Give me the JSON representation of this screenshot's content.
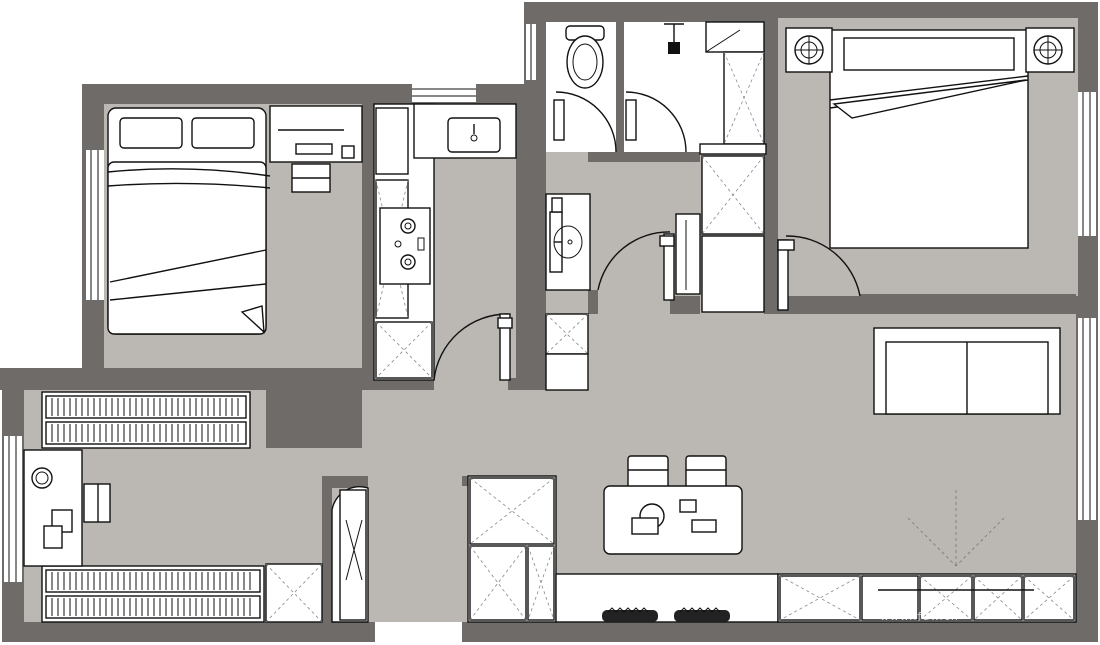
{
  "plan": {
    "type": "apartment floor plan (furniture layout)",
    "colors": {
      "wall": "#6e6b69",
      "floor": "#bbb7b3",
      "furniture": "#ffffff",
      "line": "#111111"
    },
    "rooms": [
      {
        "id": "bedroom-secondary",
        "items": [
          "double-bed",
          "desk",
          "chair",
          "window"
        ]
      },
      {
        "id": "kitchen",
        "items": [
          "cooktop",
          "sink",
          "counter-cabinets"
        ]
      },
      {
        "id": "bathroom",
        "items": [
          "toilet",
          "shower",
          "washbasin",
          "doors"
        ]
      },
      {
        "id": "bedroom-master",
        "items": [
          "double-bed",
          "nightstands",
          "wardrobe",
          "window"
        ]
      },
      {
        "id": "study",
        "items": [
          "bookshelves",
          "desk",
          "chair",
          "lamp"
        ]
      },
      {
        "id": "living-dining",
        "items": [
          "sofa",
          "dining-table",
          "chairs",
          "tv-cabinet",
          "entry-door"
        ]
      }
    ],
    "watermark": "www.ifuw.cn"
  }
}
